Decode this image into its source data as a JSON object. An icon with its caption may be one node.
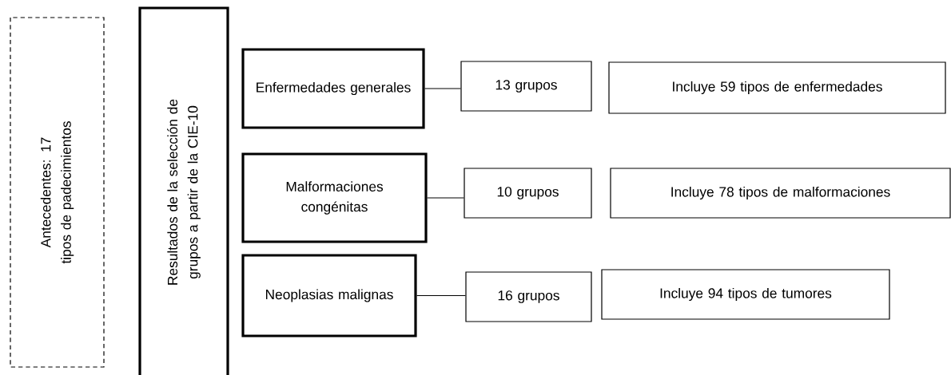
{
  "diagram": {
    "nodes": [
      {
        "text": [
          "Antecedentes: 17 tipos de padecimientos"
        ]
      },
      {
        "text": [
          "Resultados de la selección de grupos a partir de la CIE-10"
        ]
      },
      {
        "text": [
          "Enfermedades generales"
        ]
      },
      {
        "text": [
          "13 grupos"
        ]
      },
      {
        "text": [
          "Incluye 59 tipos de enfermedades"
        ]
      },
      {
        "text": [
          "Malformaciones congénitas"
        ]
      },
      {
        "text": [
          "10 grupos"
        ]
      },
      {
        "text": [
          "Incluye 78 tipos de malformaciones"
        ]
      },
      {
        "text": [
          "Neoplasias malignas"
        ]
      },
      {
        "text": [
          "16 grupos"
        ]
      },
      {
        "text": [
          "Incluye 94 tipos de tumores"
        ]
      }
    ],
    "edges": [
      {
        "from": 2,
        "to": 3,
        "arrow": "none"
      },
      {
        "from": 5,
        "to": 6,
        "arrow": "none"
      },
      {
        "from": 8,
        "to": 9,
        "arrow": "none"
      }
    ]
  }
}
